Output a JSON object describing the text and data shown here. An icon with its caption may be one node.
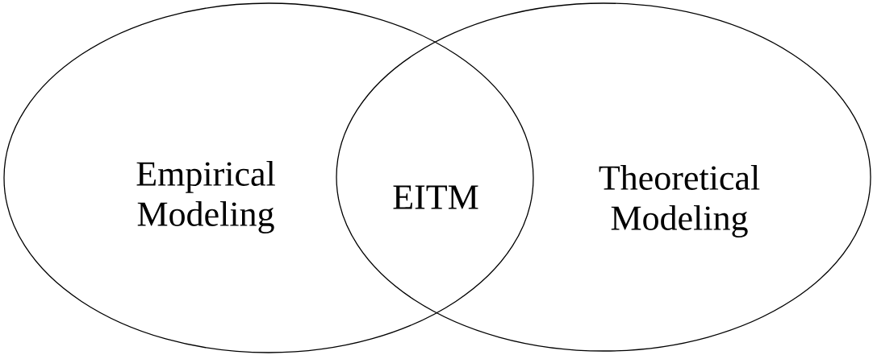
{
  "diagram": {
    "nodes": [
      {
        "text": [
          "Empirical Modeling"
        ]
      },
      {
        "text": [
          "Theoretical Modeling"
        ]
      }
    ],
    "labels": [
      "EITM"
    ]
  }
}
